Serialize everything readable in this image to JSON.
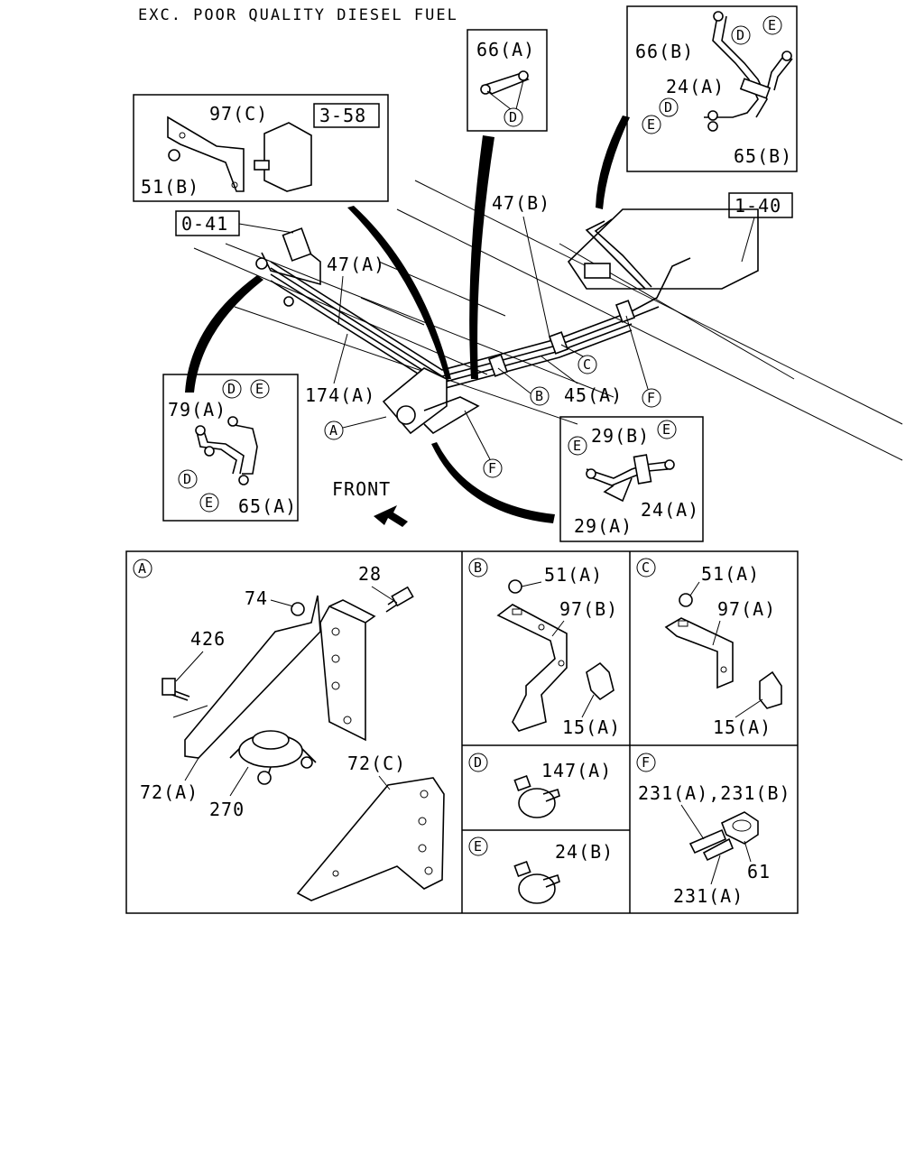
{
  "header": {
    "title": "EXC. POOR QUALITY DIESEL FUEL"
  },
  "refs": {
    "r358": "3-58",
    "r041": "0-41",
    "r140": "1-40"
  },
  "labels": {
    "p97c": "97(C)",
    "p51b": "51(B)",
    "p66a": "66(A)",
    "p66b": "66(B)",
    "p24a_top": "24(A)",
    "p65b": "65(B)",
    "p47b": "47(B)",
    "p47a": "47(A)",
    "p174a": "174(A)",
    "p45a": "45(A)",
    "p79a": "79(A)",
    "p65a": "65(A)",
    "p29b": "29(B)",
    "p29a": "29(A)",
    "p24a_mid": "24(A)",
    "front": "FRONT",
    "p28": "28",
    "p74": "74",
    "p426": "426",
    "p72a": "72(A)",
    "p270": "270",
    "p72c": "72(C)",
    "p51a_b": "51(A)",
    "p97b": "97(B)",
    "p15a_b": "15(A)",
    "p51a_c": "51(A)",
    "p97a": "97(A)",
    "p15a_c": "15(A)",
    "p147a": "147(A)",
    "p24b": "24(B)",
    "p231ab": "231(A),231(B)",
    "p61": "61",
    "p231a": "231(A)"
  },
  "markers": {
    "A": "A",
    "B": "B",
    "C": "C",
    "D": "D",
    "E": "E",
    "F": "F"
  }
}
